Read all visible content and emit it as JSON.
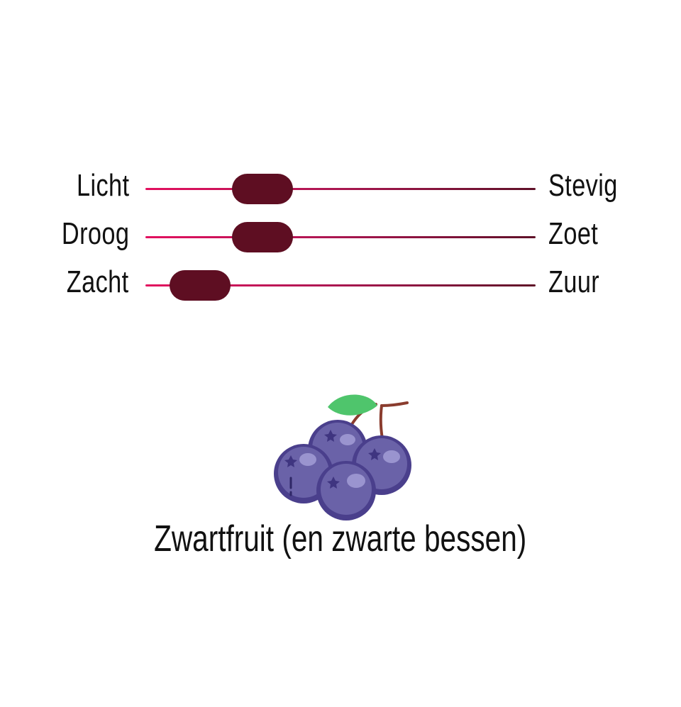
{
  "scales": [
    {
      "left_label": "Licht",
      "right_label": "Stevig",
      "value": 0.3
    },
    {
      "left_label": "Droog",
      "right_label": "Zoet",
      "value": 0.3
    },
    {
      "left_label": "Zacht",
      "right_label": "Zuur",
      "value": 0.14
    }
  ],
  "colors": {
    "track_start": "#e3105f",
    "track_end": "#5f1128",
    "thumb": "#5e0e22",
    "berry": "#6a62a8",
    "berry_dark": "#4a3f8c",
    "leaf": "#4fc56c",
    "stem": "#8a3c2e"
  },
  "icon": "blackcurrant-berries-icon",
  "caption": "Zwartfruit (en zwarte bessen)"
}
